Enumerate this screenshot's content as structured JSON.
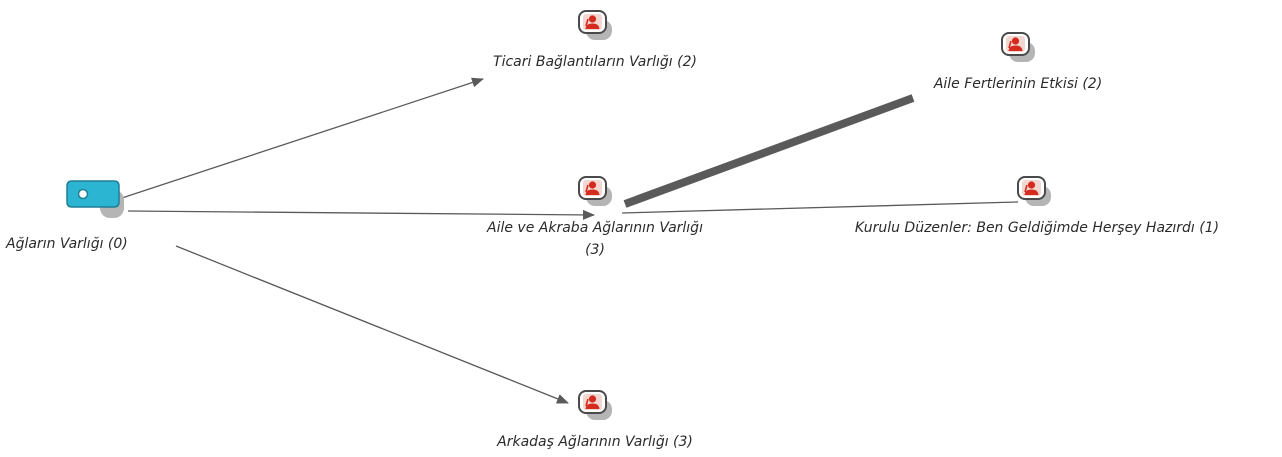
{
  "diagram": {
    "root": {
      "id": "root",
      "label": "Ağların Varlığı (0)",
      "icon": "code-tag-icon",
      "color": "#2bb5d2"
    },
    "nodes": [
      {
        "id": "ticari",
        "label": "Ticari Bağlantıların Varlığı (2)",
        "icon": "case-person-icon"
      },
      {
        "id": "aile-fertleri",
        "label": "Aile Fertlerinin Etkisi (2)",
        "icon": "case-person-icon"
      },
      {
        "id": "aile-akraba",
        "label": "Aile ve Akraba Ağlarının Varlığı",
        "label_line2": "(3)",
        "icon": "case-person-icon"
      },
      {
        "id": "kurulu",
        "label": "Kurulu Düzenler: Ben Geldiğimde Herşey Hazırdı (1)",
        "icon": "case-person-icon"
      },
      {
        "id": "arkadas",
        "label": "Arkadaş Ağlarının Varlığı (3)",
        "icon": "case-person-icon"
      }
    ],
    "edges": [
      {
        "from": "root",
        "to": "ticari",
        "arrow": true
      },
      {
        "from": "root",
        "to": "aile-akraba",
        "arrow": true
      },
      {
        "from": "root",
        "to": "arkadas",
        "arrow": true
      },
      {
        "from": "aile-akraba",
        "to": "aile-fertleri",
        "arrow": false,
        "thick": true
      },
      {
        "from": "aile-akraba",
        "to": "kurulu",
        "arrow": false
      }
    ],
    "colors": {
      "edge": "#5a5a5a",
      "case_icon_red": "#d42b1e",
      "case_icon_bg": "#f2d6d0",
      "icon_shadow": "#b5b5b5"
    }
  }
}
